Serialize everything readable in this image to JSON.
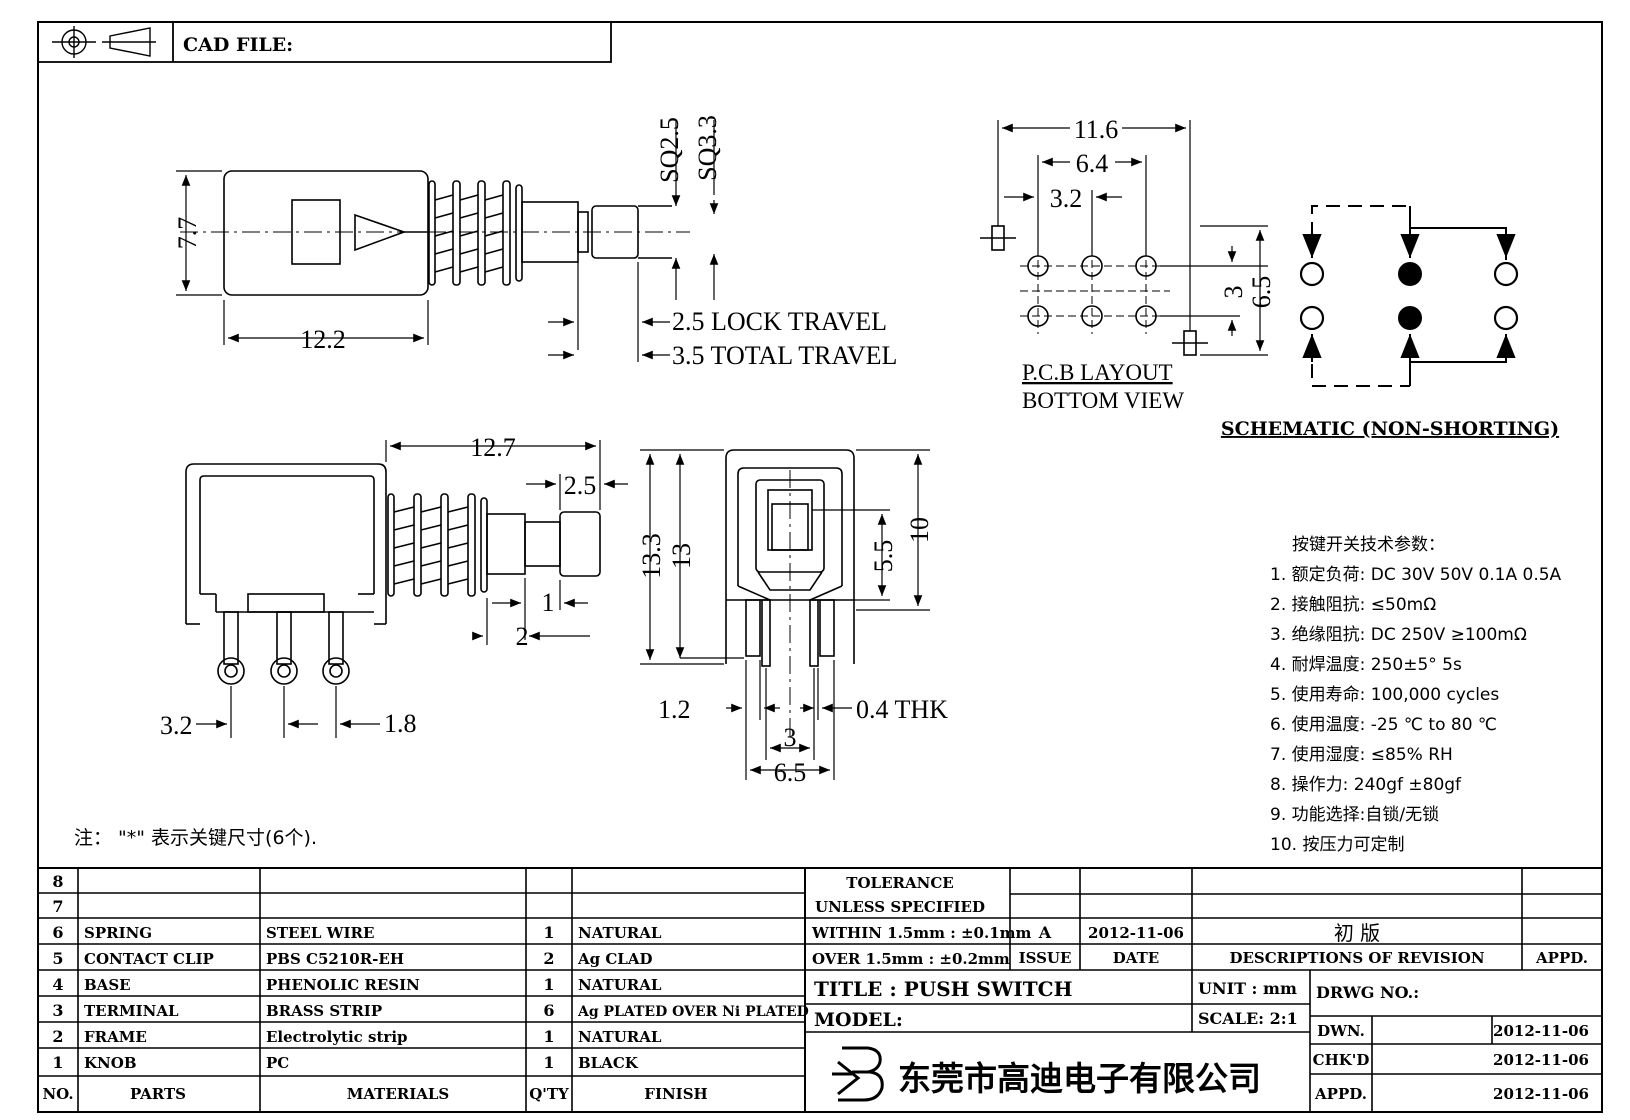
{
  "header": {
    "cad_file_label": "CAD FILE:"
  },
  "top_view": {
    "dim_height": "7.7",
    "dim_body_length": "12.2",
    "dim_sq_small": "SQ2.5",
    "dim_sq_large": "SQ3.3",
    "lock_travel": "2.5 LOCK TRAVEL",
    "total_travel": "3.5 TOTAL TRAVEL"
  },
  "side_view": {
    "dim_length": "12.7",
    "dim_tip": "2.5",
    "dim_1": "1",
    "dim_2": "2",
    "dim_pin_left": "3.2",
    "dim_pin_right": "1.8"
  },
  "front_view": {
    "dim_13_3": "13.3",
    "dim_13": "13",
    "dim_10": "10",
    "dim_5_5": "5.5",
    "dim_1_2": "1.2",
    "dim_thk": "0.4 THK",
    "dim_3": "3",
    "dim_6_5": "6.5"
  },
  "pcb": {
    "dim_11_6": "11.6",
    "dim_6_4": "6.4",
    "dim_3_2": "3.2",
    "dim_3": "3",
    "dim_6_5": "6.5",
    "title": "P.C.B LAYOUT",
    "subtitle": "BOTTOM VIEW"
  },
  "schematic": {
    "title": "SCHEMATIC (NON-SHORTING)"
  },
  "specs": {
    "heading": "按键开关技术参数：",
    "items": [
      "1.  额定负荷: DC 30V 50V    0.1A  0.5A",
      "2.  接触阻抗:  ≤50mΩ",
      "3.  绝缘阻抗: DC 250V  ≥100mΩ",
      "4.  耐焊温度: 250±5°     5s",
      "5.  使用寿命: 100,000 cycles",
      "6.  使用温度: -25  ℃  to 80  ℃",
      "7.  使用湿度:  ≤85% RH",
      "8.  操作力: 240gf  ±80gf",
      "9.  功能选择:自锁/无锁",
      "10.  按压力可定制"
    ]
  },
  "note": "注： \"*\"  表示关键尺寸(6个).",
  "bom": {
    "rows": [
      {
        "no": "8",
        "part": "",
        "material": "",
        "qty": "",
        "finish": ""
      },
      {
        "no": "7",
        "part": "",
        "material": "",
        "qty": "",
        "finish": ""
      },
      {
        "no": "6",
        "part": "SPRING",
        "material": "STEEL WIRE",
        "qty": "1",
        "finish": "NATURAL"
      },
      {
        "no": "5",
        "part": "CONTACT CLIP",
        "material": "PBS C5210R-EH",
        "qty": "2",
        "finish": "Ag CLAD"
      },
      {
        "no": "4",
        "part": "BASE",
        "material": "PHENOLIC RESIN",
        "qty": "1",
        "finish": "NATURAL"
      },
      {
        "no": "3",
        "part": "TERMINAL",
        "material": "BRASS STRIP",
        "qty": "6",
        "finish": "Ag PLATED OVER Ni PLATED"
      },
      {
        "no": "2",
        "part": "FRAME",
        "material": "Electrolytic strip",
        "qty": "1",
        "finish": "NATURAL"
      },
      {
        "no": "1",
        "part": "KNOB",
        "material": "PC",
        "qty": "1",
        "finish": "BLACK"
      }
    ],
    "headers": {
      "no": "NO.",
      "part": "PARTS",
      "material": "MATERIALS",
      "qty": "Q'TY",
      "finish": "FINISH"
    }
  },
  "title_block": {
    "tolerance_1": "TOLERANCE",
    "tolerance_2": "UNLESS   SPECIFIED",
    "within": "WITHIN 1.5mm : ±0.1mm",
    "over": "OVER 1.5mm : ±0.2mm",
    "issue_value": "A",
    "date_value": "2012-11-06",
    "revision_value": "初 版",
    "issue_label": "ISSUE",
    "date_label": "DATE",
    "revision_label": "DESCRIPTIONS  OF  REVISION",
    "appd_label": "APPD.",
    "title_label": "TITLE :   PUSH  SWITCH",
    "unit_label": "UNIT :   mm",
    "scale_label": "SCALE:   2:1",
    "drwg_label": "DRWG NO.:",
    "model_label": "MODEL:",
    "company": "东莞市高迪电子有限公司",
    "dwn_label": "DWN.",
    "dwn_date": "2012-11-06",
    "chkd_label": "CHK'D",
    "chkd_date": "2012-11-06",
    "appd2_label": "APPD.",
    "appd2_date": "2012-11-06"
  }
}
